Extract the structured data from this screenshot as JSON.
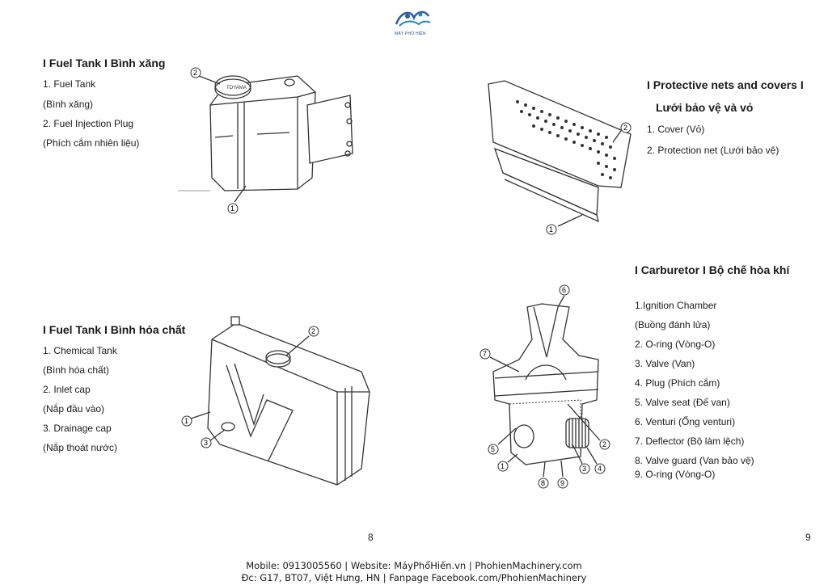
{
  "logo": {
    "icon": "machine-logo-icon",
    "text": "MÁY PHỔ HIẾN",
    "color": "#2a5ea8"
  },
  "fuel_tank": {
    "title": "I Fuel Tank I Bình xăng",
    "items": [
      "1. Fuel Tank",
      "(Bình xăng)",
      "2. Fuel Injection Plug",
      "(Phích cắm nhiên liệu)"
    ],
    "callouts": [
      "1",
      "2"
    ]
  },
  "chemical_tank": {
    "title": "I Fuel Tank I Bình hóa chất",
    "items": [
      "1. Chemical Tank",
      "(Bình hóa chất)",
      "2. Inlet cap",
      "(Nắp đầu vào)",
      "3. Drainage cap",
      "(Nắp thoát nước)"
    ],
    "callouts": [
      "1",
      "2",
      "3"
    ]
  },
  "protective": {
    "title_line1": "I Protective nets and covers I",
    "title_line2": "Lưới bảo vệ và vỏ",
    "items": [
      "1. Cover (Vỏ)",
      "2. Protection net (Lưới bảo vệ)"
    ],
    "callouts": [
      "1",
      "2"
    ]
  },
  "carburetor": {
    "title": "I Carburetor I Bộ chế hòa khí",
    "items": [
      "1.Ignition Chamber",
      "(Buồng đánh lửa)",
      "2. O-ring (Vòng-O)",
      "3. Valve (Van)",
      "4. Plug (Phích cắm)",
      "5. Valve seat (Đế van)",
      "6. Venturi (Ống venturi)",
      "7. Deflector (Bộ làm lệch)",
      "8. Valve guard (Van bảo vệ)",
      "9. O-ring (Vòng-O)"
    ],
    "callouts": [
      "1",
      "2",
      "3",
      "4",
      "5",
      "6",
      "7",
      "8",
      "9"
    ]
  },
  "pages": {
    "left": "8",
    "right": "9"
  },
  "footer": {
    "line1": "Mobile: 0913005560 | Website: MáyPhổHiến.vn | PhohienMachinery.com",
    "line2": "Đc: G17, BT07, Việt Hưng, HN | Fanpage Facebook.com/PhohienMachinery"
  }
}
